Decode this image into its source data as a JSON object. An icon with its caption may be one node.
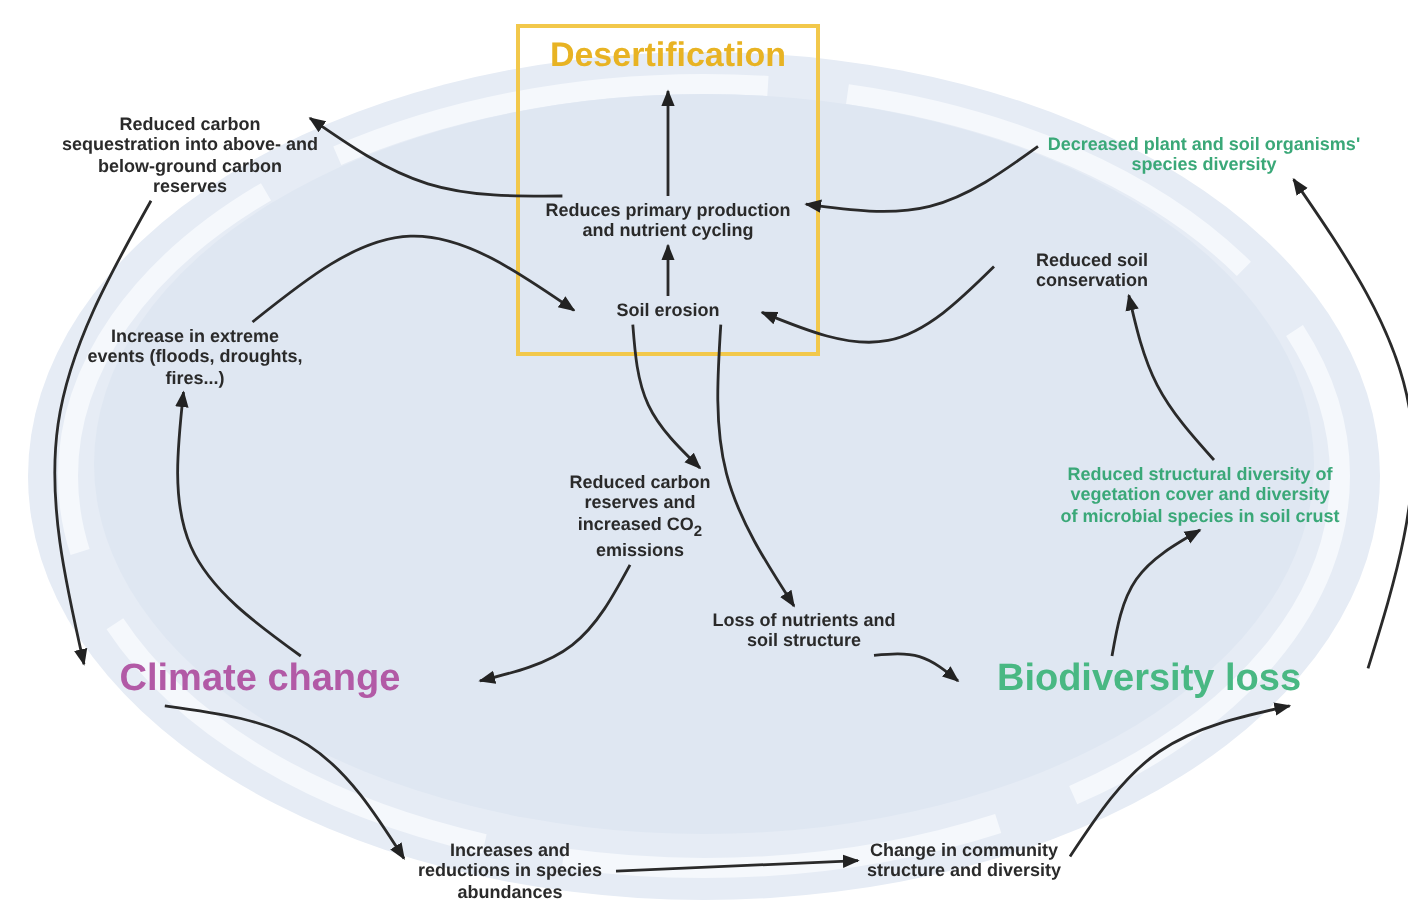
{
  "diagram": {
    "nodes": [
      {
        "text": [
          "Desertification"
        ]
      },
      {
        "text": [
          "Reduces primary production and nutrient cycling"
        ],
        "in": 0
      },
      {
        "text": [
          "Soil erosion"
        ],
        "in": 0
      },
      {
        "text": [
          "Reduced carbon sequestration into above- and below-ground carbon reserves"
        ]
      },
      {
        "text": [
          "Increase in extreme events (floods, droughts, fires...)"
        ]
      },
      {
        "text": [
          "Decreased plant and soil organisms' species diversity"
        ]
      },
      {
        "text": [
          "Reduced soil conservation"
        ]
      },
      {
        "text": [
          "Reduced carbon reserves and increased CO$_{2}$ emissions"
        ]
      },
      {
        "text": [
          "Reduced structural diversity of vegetation cover and diversity of microbial species in soil crust"
        ]
      },
      {
        "text": [
          "Loss of nutrients and soil structure"
        ]
      },
      {
        "text": [
          "Climate change"
        ]
      },
      {
        "text": [
          "Biodiversity loss"
        ]
      },
      {
        "text": [
          "Increases and reductions in species abundances"
        ]
      },
      {
        "text": [
          "Change in community structure and diversity"
        ]
      }
    ],
    "edges": [
      {
        "from": 2,
        "to": 1,
        "arrow": "to"
      },
      {
        "from": 1,
        "to": 0,
        "arrow": "to"
      },
      {
        "from": 1,
        "to": 3,
        "arrow": "to"
      },
      {
        "from": 3,
        "to": 10,
        "arrow": "to"
      },
      {
        "from": 4,
        "to": 2,
        "arrow": "to"
      },
      {
        "from": 10,
        "to": 4,
        "arrow": "to"
      },
      {
        "from": 2,
        "to": 7,
        "arrow": "to"
      },
      {
        "from": 7,
        "to": 10,
        "arrow": "to"
      },
      {
        "from": 2,
        "to": 9,
        "arrow": "to"
      },
      {
        "from": 9,
        "to": 11,
        "arrow": "to"
      },
      {
        "from": 11,
        "to": 8,
        "arrow": "to"
      },
      {
        "from": 8,
        "to": 6,
        "arrow": "to"
      },
      {
        "from": 6,
        "to": 2,
        "arrow": "to"
      },
      {
        "from": 5,
        "to": 1,
        "arrow": "to"
      },
      {
        "from": 11,
        "to": 5,
        "arrow": "to"
      },
      {
        "from": 10,
        "to": 12,
        "arrow": "to"
      },
      {
        "from": 12,
        "to": 13,
        "arrow": "to"
      },
      {
        "from": 13,
        "to": 11,
        "arrow": "to"
      }
    ]
  }
}
